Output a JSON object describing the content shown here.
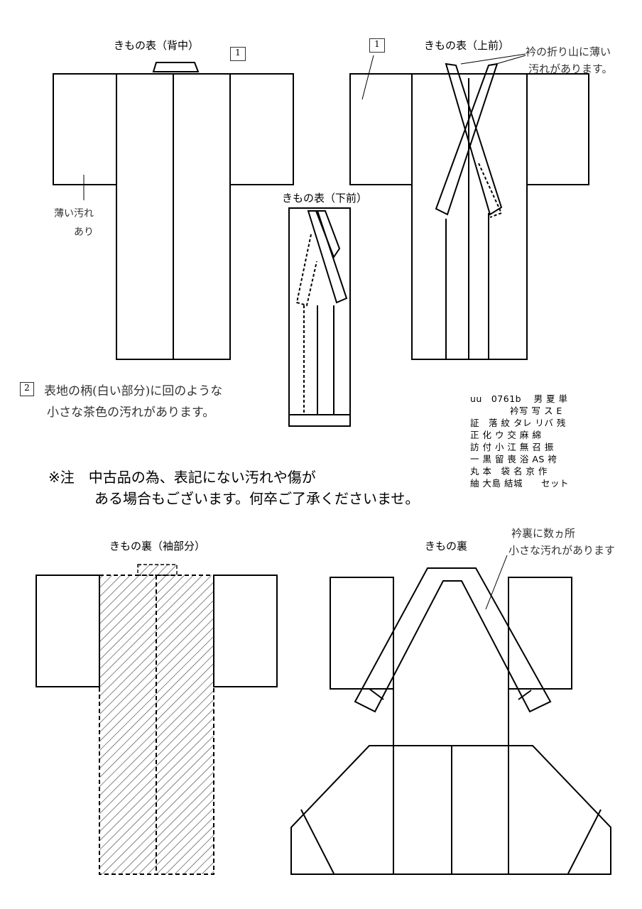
{
  "labels": {
    "back": "きもの表（背中）",
    "upper_front": "きもの表（上前）",
    "lower_front": "きもの表（下前）",
    "lining_sleeve": "きもの裏（袖部分）",
    "lining": "きもの裏"
  },
  "markers": {
    "m1a": "1",
    "m1b": "1",
    "m2": "2"
  },
  "handwritten": {
    "collar_line1": "衿の折り山に薄い",
    "collar_line2": "汚れがあります。",
    "left_line1": "薄い汚れ",
    "left_line2": "あり",
    "note2_line1": "表地の柄(白い部分)に回のような",
    "note2_line2": "小さな茶色の汚れがあります。",
    "lining_line1": "衿裏に数ヵ所",
    "lining_line2": "小さな汚れがあります"
  },
  "notice": {
    "line1": "※注　中古品の為、表記にない汚れや傷が",
    "line2": "ある場合もございます。何卒ご了承くださいませ。"
  },
  "code_block": {
    "row1": "uu　0761b　 男 夏 単",
    "row2": "衿写 写 ス E",
    "row3": "証　落 紋 タレ リバ 残",
    "row4": "正 化 ウ 交 麻 綿",
    "row5": "訪 付 小 江 無 召 振",
    "row6": "一 黒 留 喪 浴 AS 袴",
    "row7": "丸 本　袋 名 京 作",
    "row8": "紬 大島 結城　　セット"
  }
}
